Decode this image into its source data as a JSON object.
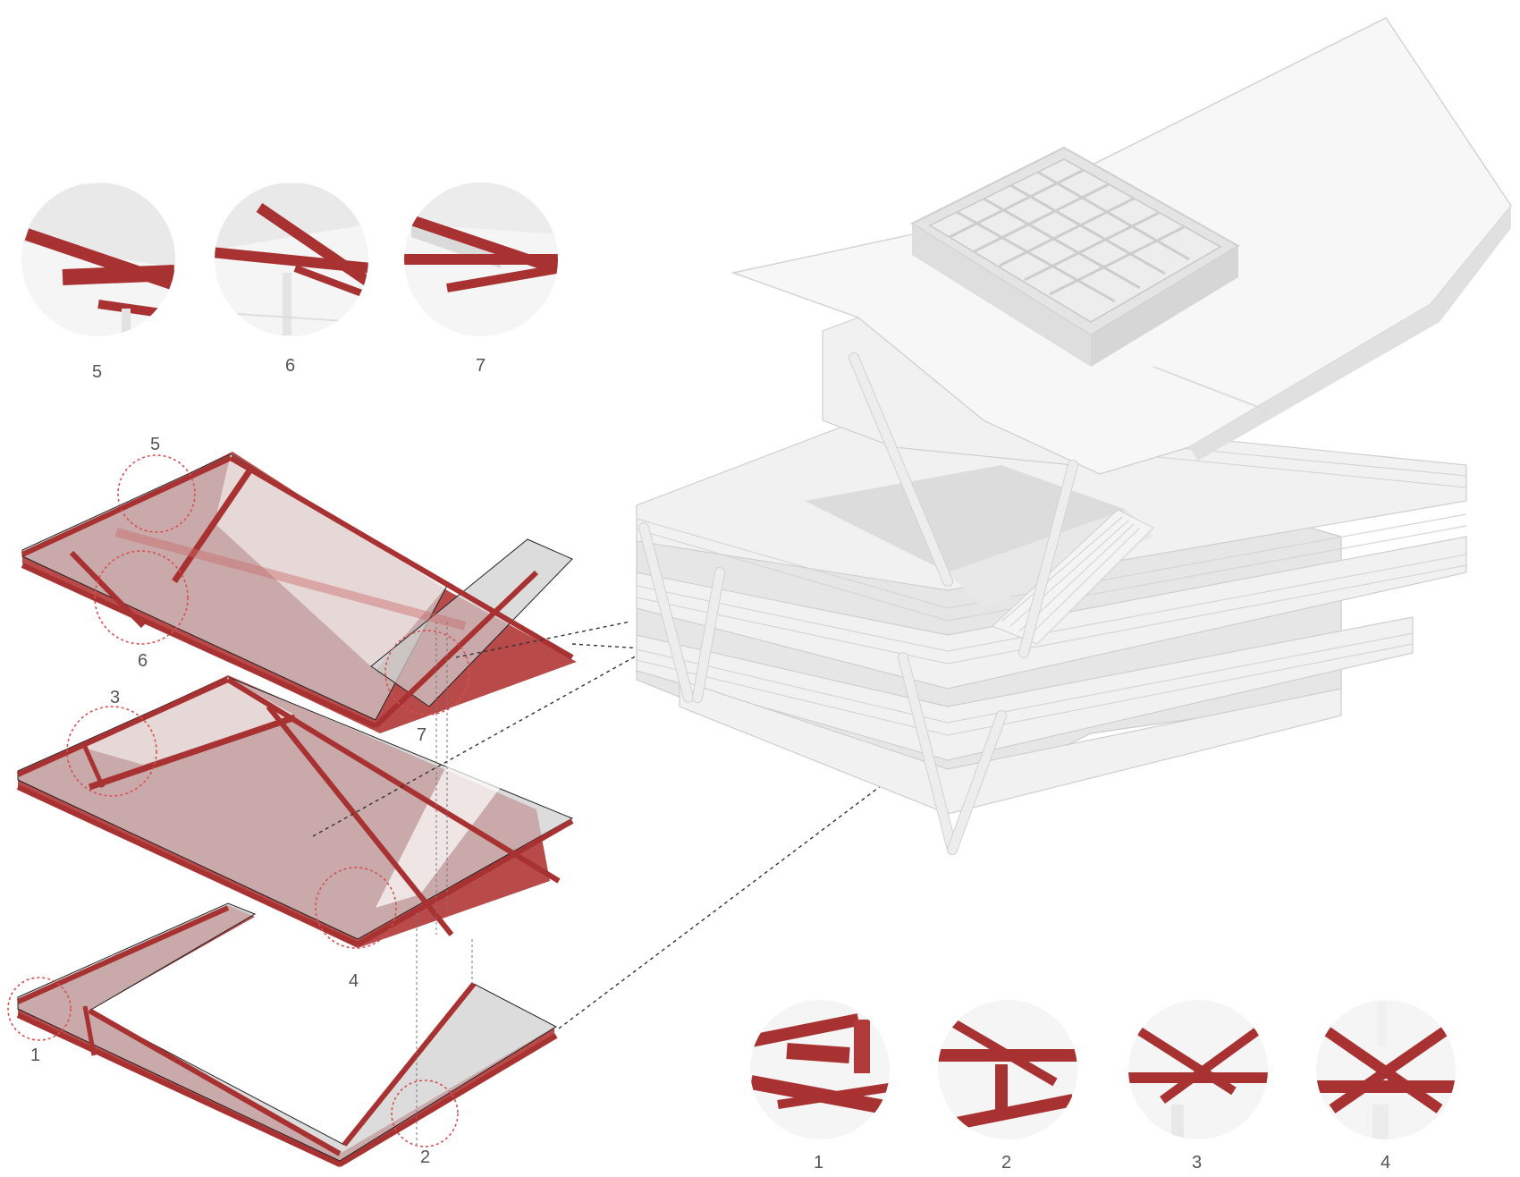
{
  "detail_views": {
    "top_row": [
      {
        "label": "5"
      },
      {
        "label": "6"
      },
      {
        "label": "7"
      }
    ],
    "bottom_row": [
      {
        "label": "1"
      },
      {
        "label": "2"
      },
      {
        "label": "3"
      },
      {
        "label": "4"
      }
    ]
  },
  "exploded_floors": {
    "callouts": [
      {
        "label": "5"
      },
      {
        "label": "6"
      },
      {
        "label": "7"
      },
      {
        "label": "3"
      },
      {
        "label": "4"
      },
      {
        "label": "1"
      },
      {
        "label": "2"
      }
    ]
  },
  "colors": {
    "steel": "#a83232",
    "slab": "#cfcfcf",
    "callout_ring": "#d85050",
    "building": "#f1f1f1",
    "label_text": "#555555"
  }
}
